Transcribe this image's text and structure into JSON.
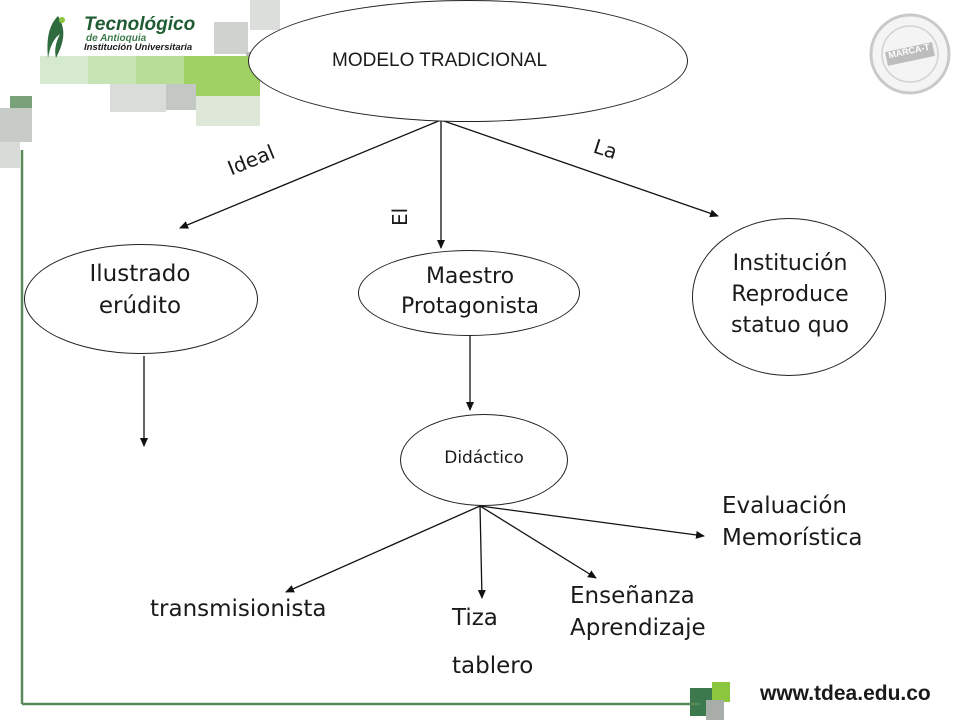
{
  "logo": {
    "name": "Tecnológico",
    "sub1": "de Antioquia",
    "sub2": "Institución Universitaria"
  },
  "seal": {
    "label": "MARCA-T"
  },
  "footer": {
    "url": "www.tdea.edu.co"
  },
  "diagram": {
    "root": "MODELO TRADICIONAL",
    "edges": {
      "ideal": "Ideal",
      "el": "El",
      "la": "La"
    },
    "nodes": {
      "ilustrado": [
        "Ilustrado",
        "erúdito"
      ],
      "maestro": [
        "Maestro",
        "Protagonista"
      ],
      "institucion": [
        "Institución",
        "Reproduce",
        "statuo quo"
      ],
      "didactico": "Didáctico",
      "evaluacion": [
        "Evaluación",
        "Memorística"
      ],
      "transmisionista": "transmisionista",
      "tiza": [
        "Tiza",
        "tablero"
      ],
      "ensenanza": [
        "Enseñanza",
        "Aprendizaje"
      ]
    }
  },
  "colors": {
    "accent_green": "#8cc63f",
    "dark_green": "#3c7a4d",
    "light_gray": "#c8ccc8",
    "frame_green": "#5a8a5a"
  }
}
